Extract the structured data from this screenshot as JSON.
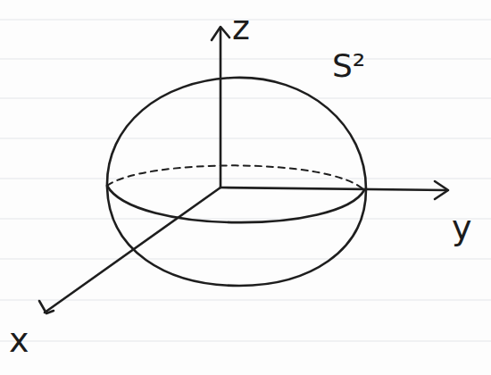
{
  "diagram": {
    "labels": [
      "z",
      "S²",
      "y",
      "x"
    ]
  }
}
